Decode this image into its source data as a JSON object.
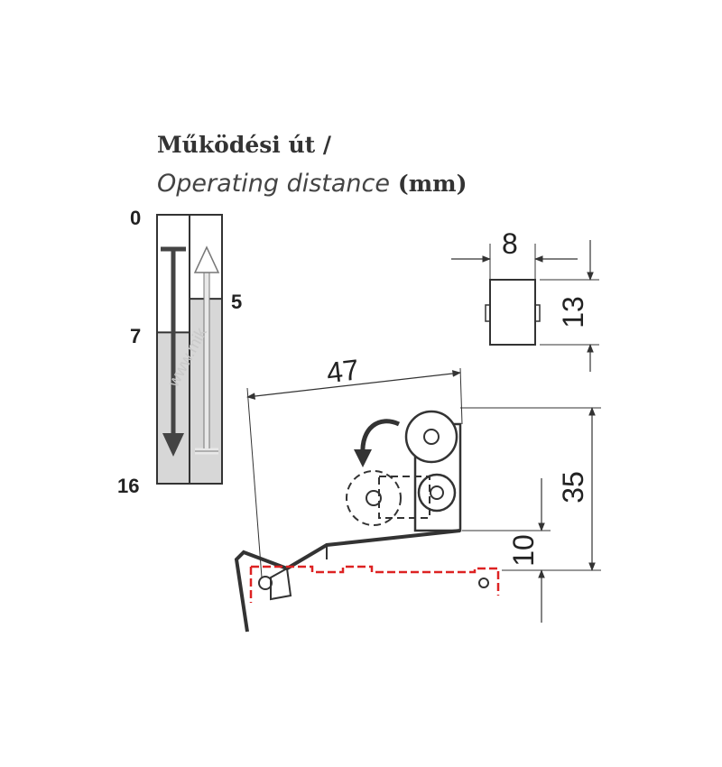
{
  "title": {
    "hungarian": "Működési út /",
    "english": "Operating distance",
    "unit": "(mm)"
  },
  "travel_gauge": {
    "scale_top": "0",
    "scale_bottom": "16",
    "operate_point": "7",
    "release_point": "5",
    "operate_level": 7,
    "release_level": 5,
    "max": 16
  },
  "dimensions": {
    "roller_width": "8",
    "roller_height": "13",
    "lever_length": "47",
    "total_height": "35",
    "body_offset": "10"
  },
  "watermark": "www.mik"
}
